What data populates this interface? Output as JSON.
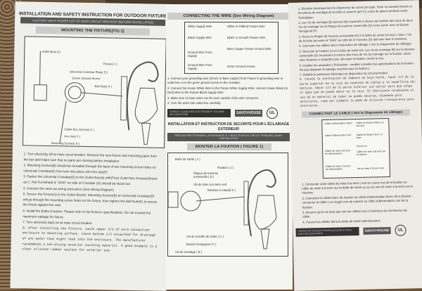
{
  "english": {
    "title": "INSTALLATION AND SAFETY INSTRUCTION FOR OUTDOOR FIXTURE",
    "caution": "CAUTION! SHUT POWER OFF AT MAIN CIRCUIT BREAKER BEFORE INSTALLATION",
    "mounting_heading": "MOUNTING THE FIXTURE(FIG.1)",
    "labels": {
      "outlet_box": "Outlet Box( A )",
      "fixture": "Fixture( J )",
      "crossbar": "Universal Crossbar Plate( D )",
      "ground_screw": "Green Ground Screw",
      "ball_nut": "Ball Nuts( K )",
      "outlet_box_screws": "Outlet Box Screws( C )",
      "hex_nut": "Hex Nut( F )",
      "mounting_screws": "Mounting Screws( B )"
    },
    "steps": [
      "1. Turn electricity off at main circuit breaker. Remove the new fixture and mounting parts from the box and make sure that no parts are missing before installation.",
      "2. Mounting Screws(B) should be threaded through the back of two mounting screw holes on Universal Crossbar(D) then lock into place with Hex Nut(F).",
      "3. Fasten the Universal Crossbar(D) to the Outlet Box(A) with(Two) Outlet Box Screws(Shown as C. Not Furnished) & \"GND\" on side of Crossbar (D) should be faced out.",
      "4. Connect the wires as wiring instruction (See Wiring Diagram)",
      "5. Secure the Fixture(J) to the Outlet Box(A). Mounting Screws(B) on Universal Crossbar(D) will go through the mounting screw holes on the fixture, then tighten the Ball Nuts(K) to secure the fixture against the wall.",
      "6. Install the Bulbs (Caution: Please refer to the fixture's specifications. Do not exceed the maximum wattage for fixture.",
      "7. Turn electricity back on at main circuit breaker."
    ],
    "step8": "8. After installing the fixture, caulk upper 3/3 of wire connection enclosure to mounting surface. Leave bottom 1/3 uncaulked for drainage of any water that might leak into the enclosure. The manufacturer recommends a non-drying exterior caulking material. A good example is a clear silicone rubber sealant for exterior use.",
    "wire_heading": "CONNECTING THE WIRE (See Wiring Diagram)",
    "wire_labels": [
      "White Supply Wire",
      "White or Ribbed Fixture Wire",
      "Black Supply Wire",
      "Black or Smooth Fixture Wire",
      "Bare Copper Fixture Ground Wire",
      "Ground Wire From Supply",
      "Ground Wire From Supply",
      "Green Ground Screw"
    ],
    "wire_steps": [
      "1. Connect your grounding wire (Green or Bare copper) from Fixture to grounding wire or outlet box or to the green ground screw on the crossbar.",
      "2. Connect the House White Wire to the Fixture White Supply Wire; connect House Black (or Red) Wire to the Fixture Black Supply Wire.",
      "3. Make sure no bare wires can be seen outside of the wire connector.",
      "4. Tuck the wires into outlet box carefully."
    ],
    "footer_bar": "CONSULT A QUALIFIED ELECTRICIAN IF YOU HAVE ANY QUESTIONS",
    "brand": "SAVOYHOUSE"
  },
  "french": {
    "title": "INSTALLATION ET INSTRUCTION DE SECURITE POUR L'ÉCLAIRAGE EXTÉRIEUR",
    "caution": "PRÉCAUTION! ÉTEINDRE LA PUISSANCE À L'OBJECTEUR DU CIRCUIT PRINCIPAL AVANT L'INSTALLATION",
    "mounting_heading": "MONTER LA FIXATION ( FIGURE 1)",
    "labels": {
      "outlet_box": "Boîte de sortie ( A )",
      "fixture": "Fixation ( J )",
      "crossbar": "Plaque de traverse universelle ( D )",
      "ground_screw": "Vis de mise à la terre vert",
      "ball_nut": "Boutons à rotaad( K )",
      "outlet_box_screws": "Vis de la boîte de sortie ( C )",
      "hex_nut": "Boulon hexagonal ( F )",
      "mounting_screws": "Vis de montage ( B )"
    },
    "steps": [
      "1. Éteindre électriquement le disjoncteur du circuit principal. Sortir la nouvelle fixation et les pièces de montage de la boîte et assurer qu'il n'y a pas de pièces perdues avant l'installation.",
      "2. Les Vis de montage (B) doivent être traversés à travers de l'arrière des trous de deux Vis de montage sur la Plaque de traverse universelle (D) et les serrer avec le Boulon hexagonal (F).",
      "3. Serrer la Plaque de traverse universelle (D) à la Boîte de sortie (A) avec ( deux ) Vis de la boîte de sortie et \"GND\" au côté de la Traverse (D) doit faire face à l'extérieur.",
      "4. Connecter les câbles selon l'instruction de câblage ( Voir le Diagramme de câblage)",
      "5. Sécuriser la Fixation (J) à la Boîte de sortie (A). Les vis de montage (B) sur la traverse universelle (D) se passent à travers des trous de Vis de montage sur la fixation, serrer alors Boutons à rotaad(K) pour sécuriser la fixation contre le mur.",
      "6. Installer les ampoules ( Précaution : veuillez consulter les spécifications de la fixation. Ne pas dépasser le wattage maximal pour la fixation.)",
      "7. Rétablir la puissance électrique au disjoncteur du circuit principal."
    ],
    "step8": "8. Cuando la instalación de lámpara se haya hecho, tapar 2/3 de la parte superior de la caja de conexión de cables a la superficie del montaje. Dejar 1/3 de la parte inferior sin sellar para que salga el agua que se pueda meter en la caja. El fabricante recomienda el uso de un material de tapar no pueda secarse, diseñado para exteriores, como por ejemplo la goma de silicona transparente para exteriores.",
    "wire_heading": "CONNECTANT LE CABLE ( Voir le Diagramme de câblage)",
    "wire_labels": [
      "Câble d'alimentation blanc",
      "Câble de fixation Blanc ou nervuré",
      "Câble d'alimentation Noir",
      "Câble de fixation Noir ou lisse",
      "Cuivre nu",
      "Câble de mise à la terre de l'alimentation",
      "Câble de mise à la terre de la fixation",
      "Câble de mise à la terre de l'alimentation",
      "Vis de mise à la terre vert"
    ],
    "wire_steps": [
      "1. Connecter votre câble de mise à la terre ( vert ou cuivre nu) de la fixation au câble de mise à la terre sur la boîte de sortie ou au vis vert de mise à la terre sur la traverse.",
      "2. Connecter le câble blanc de maison au câble d'alimentation blanc de la fixation ; connecter le câble ( ou rouge) noir de maison au câble d'alimentation noir de la fixation.",
      "3. Assurer qu'on ne peut pas voir les câbles nus à l'extérieur du connecteur de câble.",
      "4. Fourrer les câbles dans la boîte de sortie attentivement."
    ],
    "footer_bar": "CONSULTER UN ÉLECTRICIEN QUALIFIÉ SI VOUS AVEZ DES QUESTIONS",
    "brand": "SAVOYHOUSE"
  },
  "ul_mark": "UL"
}
